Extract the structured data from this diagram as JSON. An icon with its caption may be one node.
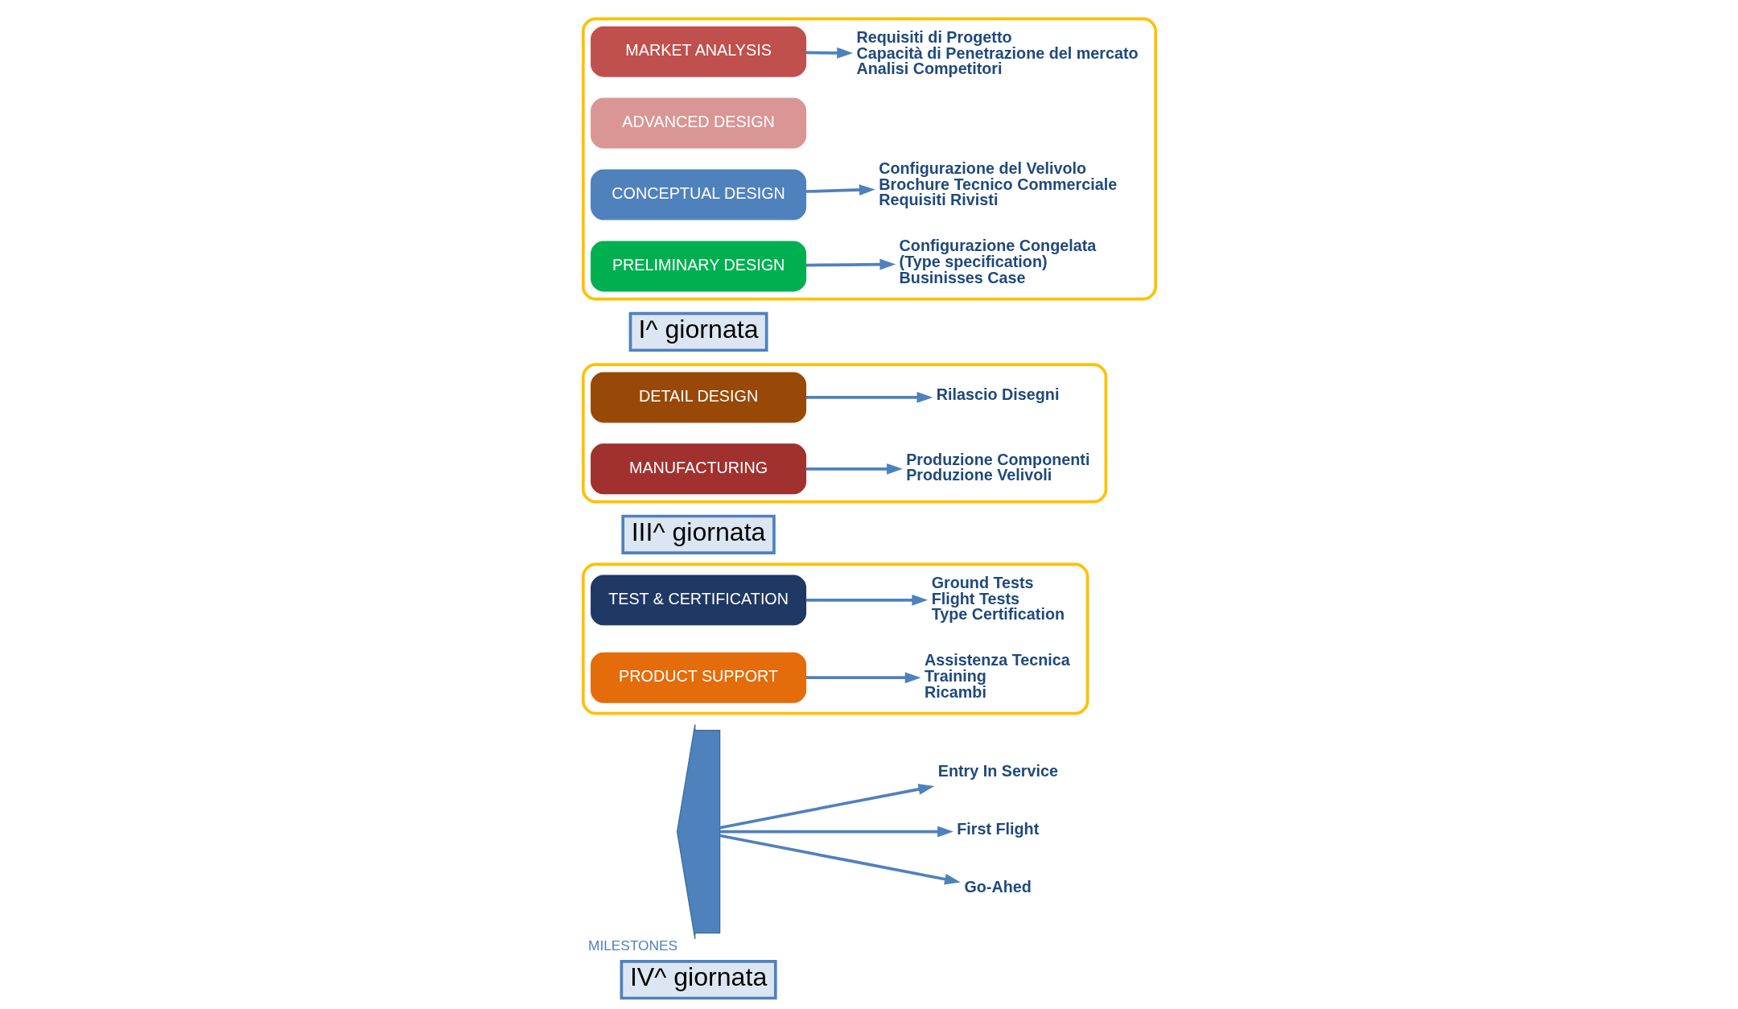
{
  "diagram": {
    "nodes": [
      {
        "text": [],
        "shape": "box"
      },
      {
        "text": [
          "MARKET ANALYSIS"
        ],
        "in": 0
      },
      {
        "text": [
          "Requisiti di Progetto",
          "Capacità di Penetrazione del mercato",
          "Analisi Competitori"
        ],
        "in": 0
      },
      {
        "text": [
          "I^ giornata"
        ]
      },
      {
        "text": [
          "ADVANCED DESIGN"
        ],
        "in": 0
      },
      {
        "text": [
          "CONCEPTUAL DESIGN"
        ],
        "in": 0
      },
      {
        "text": [
          "Configurazione del Velivolo",
          "Brochure Tecnico Commerciale",
          "Requisiti Rivisti"
        ],
        "in": 0
      },
      {
        "text": [
          "PRELIMINARY DESIGN"
        ],
        "in": 0
      },
      {
        "text": [
          "Configurazione Congelata",
          "(Type specification)",
          "Businisses Case"
        ],
        "in": 0
      },
      {
        "text": [],
        "shape": "arrow",
        "beside": [
          "MILESTONES"
        ]
      },
      {
        "text": [
          "Go-Ahed"
        ]
      },
      {
        "text": [],
        "shape": "box"
      },
      {
        "text": [
          "III^ giornata"
        ]
      },
      {
        "text": [
          "DETAIL DESIGN"
        ],
        "in": 11
      },
      {
        "text": [
          "Rilascio Disegni"
        ],
        "in": 11
      },
      {
        "text": [
          "MANUFACTURING"
        ],
        "in": 11
      },
      {
        "text": [
          "Produzione Componenti",
          "Produzione Velivoli"
        ],
        "in": 11
      },
      {
        "text": [
          "First Flight"
        ]
      },
      {
        "text": [],
        "shape": "box"
      },
      {
        "text": [
          "TEST & CERTIFICATION"
        ],
        "in": 18
      },
      {
        "text": [
          "Ground Tests",
          "Flight Tests",
          "Type Certification"
        ],
        "in": 18
      },
      {
        "text": [
          "Entry In Service"
        ]
      },
      {
        "text": [
          "PRODUCT SUPPORT"
        ],
        "in": 18
      },
      {
        "text": [
          "Assistenza Tecnica",
          "Training",
          "Ricambi"
        ],
        "in": 18
      },
      {
        "text": [
          "IV^ giornata"
        ]
      }
    ],
    "edges": [
      {
        "from": 1,
        "to": 2,
        "arrow": "to"
      },
      {
        "from": 5,
        "to": 6,
        "arrow": "to"
      },
      {
        "from": 7,
        "to": 8,
        "arrow": "to"
      },
      {
        "from": 9,
        "to": 10,
        "arrow": "to"
      },
      {
        "from": 13,
        "to": 14,
        "arrow": "to"
      },
      {
        "from": 15,
        "to": 16,
        "arrow": "to"
      },
      {
        "from": 9,
        "to": 17,
        "arrow": "to"
      },
      {
        "from": 19,
        "to": 20,
        "arrow": "to"
      },
      {
        "from": 9,
        "to": 21,
        "arrow": "to"
      },
      {
        "from": 22,
        "to": 23,
        "arrow": "to"
      }
    ]
  }
}
